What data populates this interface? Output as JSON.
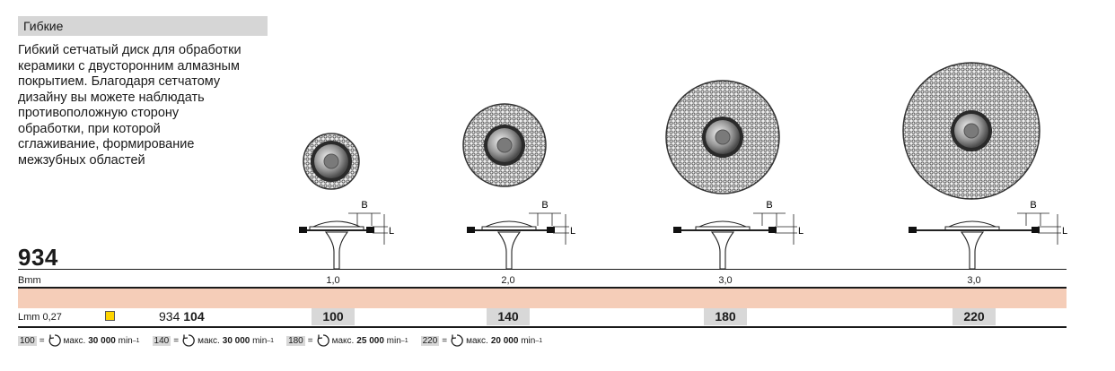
{
  "category": "Гибкие",
  "description": [
    "Гибкий сетчатый  диск для обработки",
    "керамики с двусторонним алмазным",
    "покрытием. Благодаря сетчатому",
    "дизайну вы можете наблюдать",
    "противоположную сторону",
    "обработки, при которой",
    "сглаживание, формирование",
    "межзубных областей"
  ],
  "model": "934",
  "dimension_labels": {
    "b": "B",
    "l": "L"
  },
  "b_row_label": "Bmm",
  "b_values": [
    "1,0",
    "2,0",
    "3,0",
    "3,0"
  ],
  "l_row_label": "Lmm 0,27",
  "order_prefix": "934 ",
  "order_code": "104",
  "swatch_color": "#ffd500",
  "band_color": "#f5cdb8",
  "sizes": [
    "100",
    "140",
    "180",
    "220"
  ],
  "rpm": [
    {
      "code": "100",
      "eq": "=",
      "prefix": "макс.",
      "speed": "30 000",
      "unit": "min",
      "exp": "–1"
    },
    {
      "code": "140",
      "eq": "=",
      "prefix": "макс.",
      "speed": "30 000",
      "unit": "min",
      "exp": "–1"
    },
    {
      "code": "180",
      "eq": "=",
      "prefix": "макс.",
      "speed": "25 000",
      "unit": "min",
      "exp": "–1"
    },
    {
      "code": "220",
      "eq": "=",
      "prefix": "макс.",
      "speed": "20 000",
      "unit": "min",
      "exp": "–1"
    }
  ],
  "icons": {
    "rotation": "rotation-arrow-icon",
    "disc": "mesh-disc-icon"
  }
}
